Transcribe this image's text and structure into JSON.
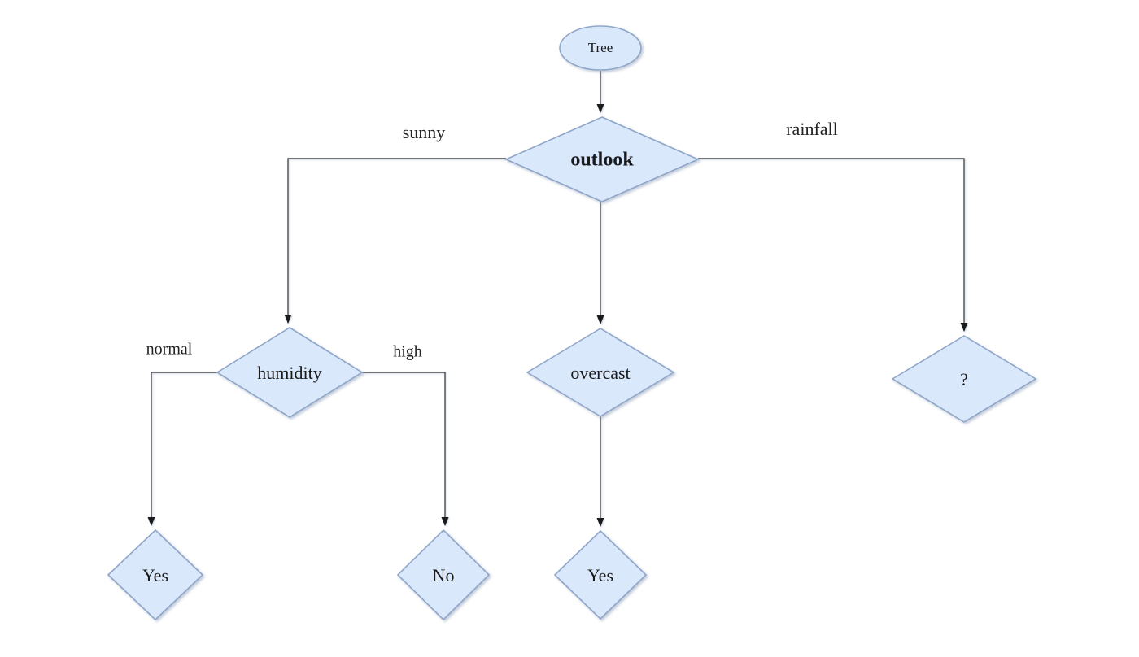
{
  "diagram": {
    "type": "decision-tree-flowchart",
    "nodes": {
      "tree": {
        "label": "Tree",
        "shape": "ellipse"
      },
      "outlook": {
        "label": "outlook",
        "shape": "diamond"
      },
      "humidity": {
        "label": "humidity",
        "shape": "diamond"
      },
      "overcast": {
        "label": "overcast",
        "shape": "diamond"
      },
      "question": {
        "label": "?",
        "shape": "diamond"
      },
      "yes_left": {
        "label": "Yes",
        "shape": "diamond"
      },
      "no_node": {
        "label": "No",
        "shape": "diamond"
      },
      "yes_mid": {
        "label": "Yes",
        "shape": "diamond"
      }
    },
    "edge_labels": {
      "sunny": "sunny",
      "rainfall": "rainfall",
      "normal": "normal",
      "high": "high"
    },
    "edges": [
      {
        "from": "Tree",
        "to": "outlook",
        "label": ""
      },
      {
        "from": "outlook",
        "to": "humidity",
        "label": "sunny"
      },
      {
        "from": "outlook",
        "to": "overcast",
        "label": ""
      },
      {
        "from": "outlook",
        "to": "?",
        "label": "rainfall"
      },
      {
        "from": "humidity",
        "to": "Yes",
        "label": "normal"
      },
      {
        "from": "humidity",
        "to": "No",
        "label": "high"
      },
      {
        "from": "overcast",
        "to": "Yes",
        "label": ""
      }
    ],
    "theme": {
      "node_fill": "#dae8fc",
      "node_stroke": "#8fa6c8",
      "edge_color": "#4d4d4d",
      "arrowhead_color": "#1a1a1a",
      "text_color": "#1a1a1a",
      "background": "#ffffff"
    }
  }
}
